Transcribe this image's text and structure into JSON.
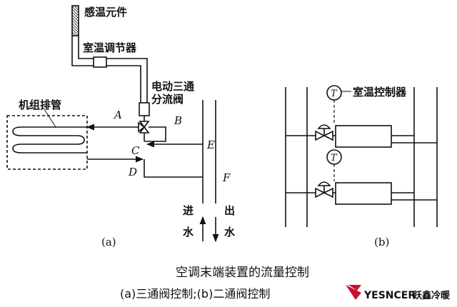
{
  "diagram_a": {
    "sensor_label": "感温元件",
    "thermostat_label": "室温调节器",
    "valve_label_line1": "电动三通",
    "valve_label_line2": "分流阀",
    "unit_label": "机组排管",
    "point_a": "A",
    "point_b": "B",
    "point_c": "C",
    "point_d": "D",
    "point_e": "E",
    "point_f": "F",
    "inlet_label_1": "进",
    "inlet_label_2": "水",
    "outlet_label_1": "出",
    "outlet_label_2": "水",
    "panel_label": "(a)"
  },
  "diagram_b": {
    "controller_label": "室温控制器",
    "thermostat_symbol": "T",
    "panel_label": "(b)"
  },
  "caption": {
    "line1": "空调末端装置的流量控制",
    "line2": "(a)三通阀控制;(b)二通阀控制"
  },
  "watermark": {
    "brand": "YESNCER",
    "brand_cn": "跃鑫冷暖",
    "accent_color": "#c8102e"
  }
}
